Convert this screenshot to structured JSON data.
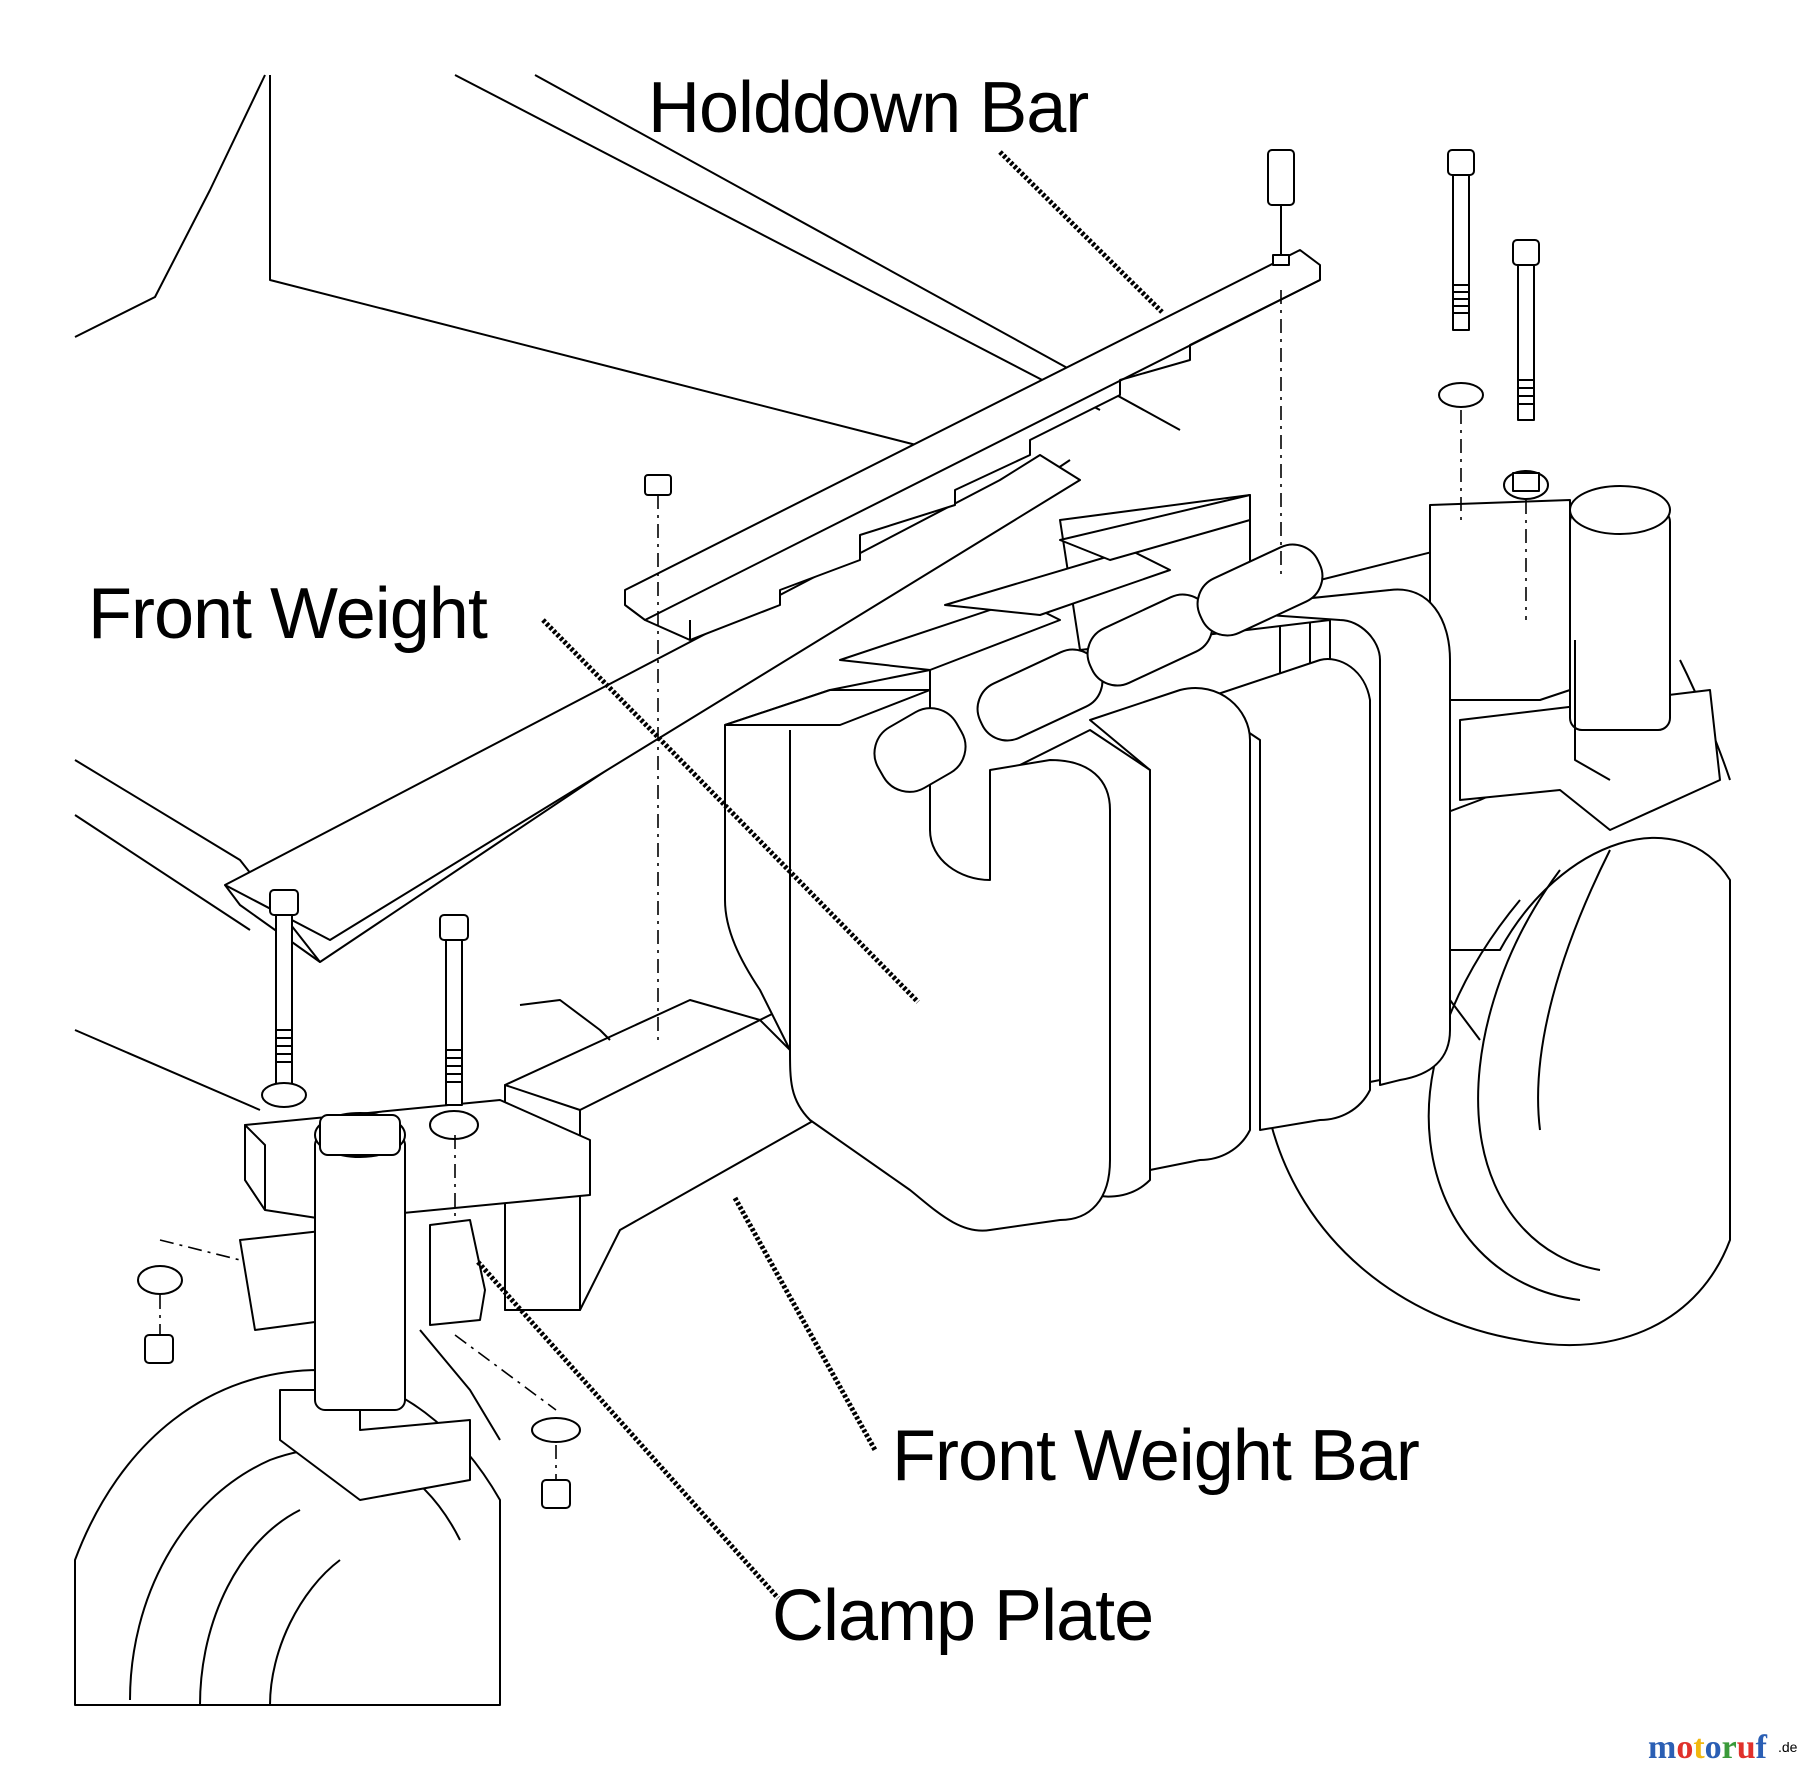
{
  "labels": {
    "holddown_bar": "Holddown Bar",
    "front_weight": "Front Weight",
    "front_weight_bar": "Front Weight Bar",
    "clamp_plate": "Clamp Plate"
  },
  "watermark": {
    "parts": [
      "m",
      "o",
      "t",
      "o",
      "r",
      "u",
      "f"
    ],
    "suffix": ".de",
    "colors": [
      "#2b5fb4",
      "#e0312b",
      "#f1b70f",
      "#2b5fb4",
      "#3a9a3a",
      "#e0312b",
      "#2b5fb4"
    ]
  }
}
